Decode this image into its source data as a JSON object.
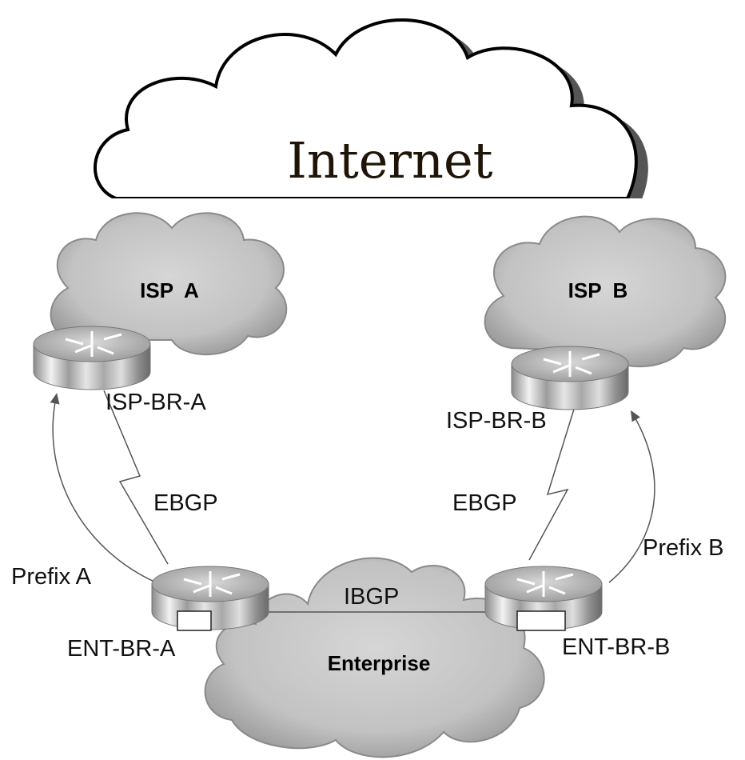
{
  "clouds": {
    "internet": "Internet",
    "isp_a": "ISP  A",
    "isp_b": "ISP  B",
    "enterprise": "Enterprise"
  },
  "routers": {
    "isp_br_a": "ISP-BR-A",
    "isp_br_b": "ISP-BR-B",
    "ent_br_a": "ENT-BR-A",
    "ent_br_b": "ENT-BR-B"
  },
  "links": {
    "ebgp_a": "EBGP",
    "ebgp_b": "EBGP",
    "ibgp": "IBGP"
  },
  "prefixes": {
    "a": "Prefix A",
    "b": "Prefix B"
  },
  "colors": {
    "cloud_fill": "#c4c4c4",
    "cloud_shadow": "#6e6e6e",
    "internet_fill": "#ffffff",
    "line": "#444444"
  }
}
